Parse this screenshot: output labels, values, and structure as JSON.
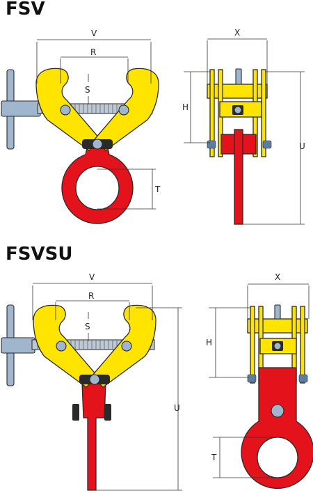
{
  "sections": [
    {
      "title": "FSV",
      "front_labels": {
        "v": "V",
        "r": "R",
        "s": "S",
        "t": "T"
      },
      "side_labels": {
        "x": "X",
        "h": "H",
        "u": "U"
      }
    },
    {
      "title": "FSVSU",
      "front_labels": {
        "v": "V",
        "r": "R",
        "s": "S",
        "u": "U"
      },
      "side_labels": {
        "x": "X",
        "h": "H",
        "t": "T"
      }
    }
  ],
  "colors": {
    "jaw": "#ffe400",
    "eye": "#e3121b",
    "spindle": "#9fb6cc",
    "outline": "#2a2a2a"
  }
}
